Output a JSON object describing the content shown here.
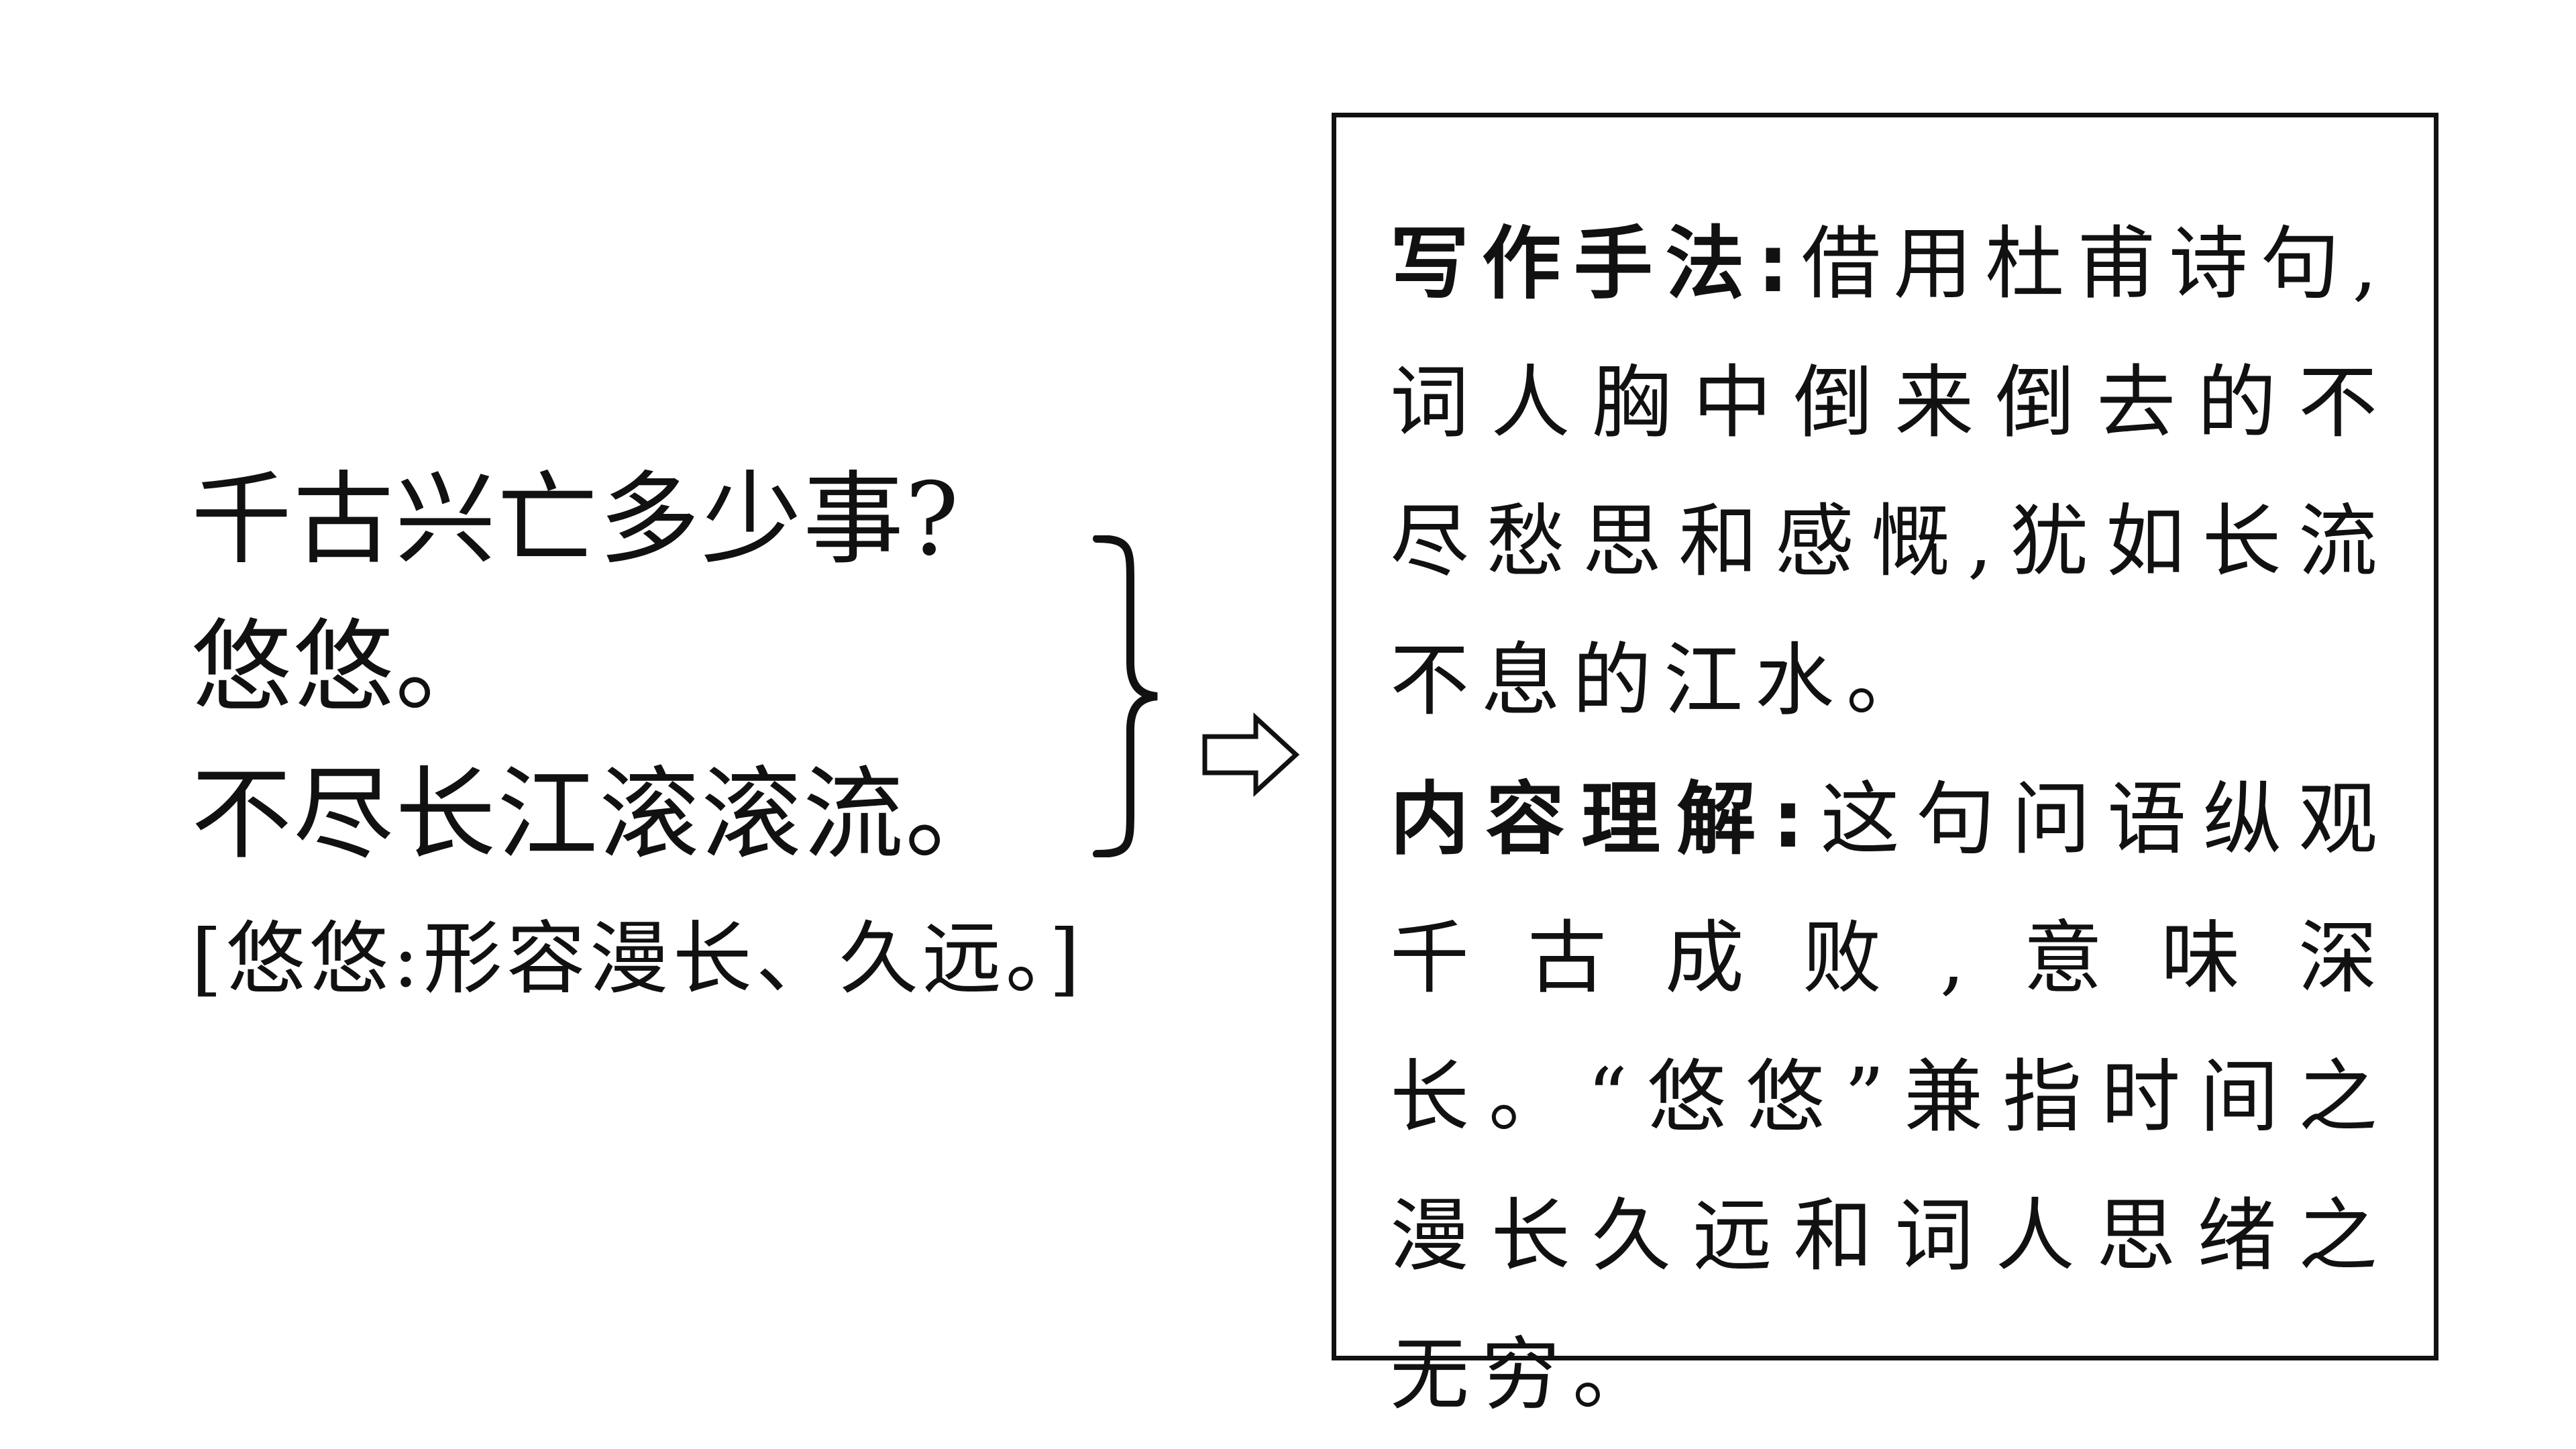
{
  "poem": {
    "line1": "千古兴亡多少事?",
    "line2": "悠悠。",
    "line3": "不尽长江滚滚流。",
    "annotation": "[悠悠:形容漫长、久远。]"
  },
  "explanation": {
    "technique_heading": "写作手法:",
    "technique_text": "借用杜甫诗句,词人胸中倒来倒去的不尽愁思和感慨,犹如长流不息的江水。",
    "content_heading": "内容理解:",
    "content_text": "这句问语纵观千古成败,意味深长。“悠悠”兼指时间之漫长久远和词人思绪之无穷。"
  },
  "icons": {
    "brace": "right-curly-brace-icon",
    "arrow": "right-arrow-icon"
  }
}
